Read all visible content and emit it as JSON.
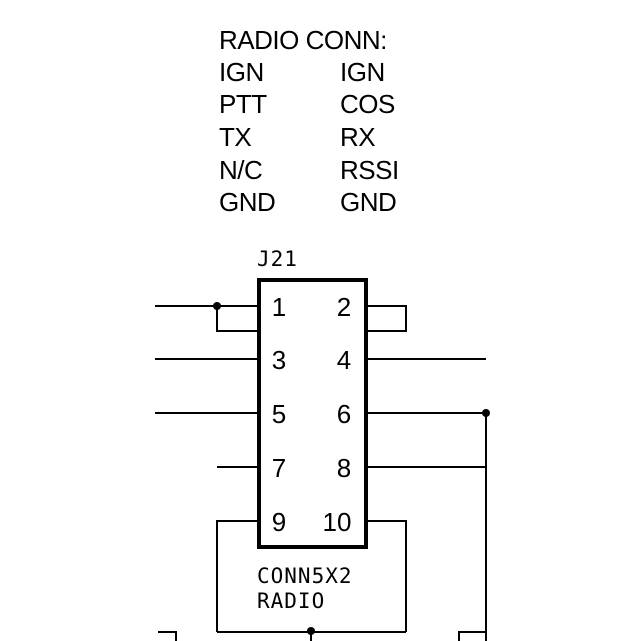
{
  "note": {
    "heading": "RADIO CONN:",
    "rows": [
      {
        "left": "IGN",
        "right": "IGN"
      },
      {
        "left": "PTT",
        "right": "COS"
      },
      {
        "left": "TX",
        "right": "RX"
      },
      {
        "left": "N/C",
        "right": "RSSI"
      },
      {
        "left": "GND",
        "right": "GND"
      }
    ]
  },
  "connector": {
    "ref": "J21",
    "value": "CONN5X2",
    "name": "RADIO",
    "pins": [
      {
        "left": "1",
        "right": "2"
      },
      {
        "left": "3",
        "right": "4"
      },
      {
        "left": "5",
        "right": "6"
      },
      {
        "left": "7",
        "right": "8"
      },
      {
        "left": "9",
        "right": "10"
      }
    ]
  }
}
